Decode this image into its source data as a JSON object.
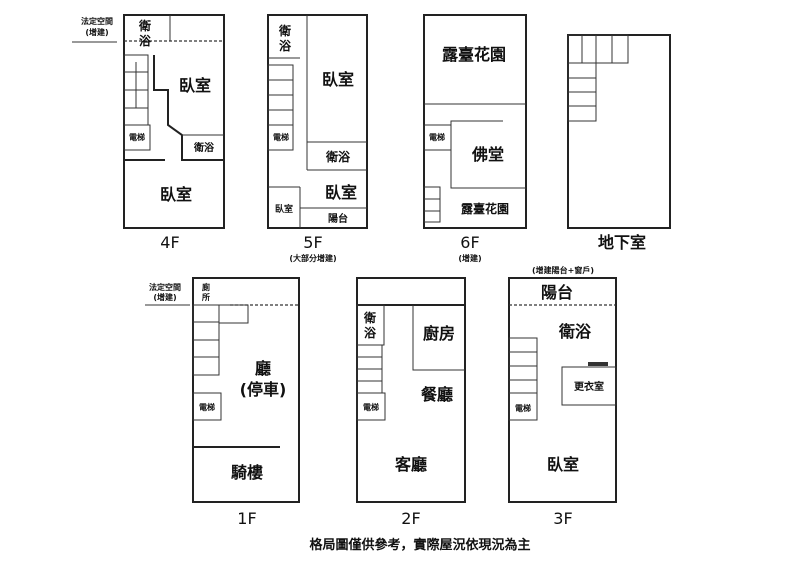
{
  "floors": {
    "f4": {
      "label": "4F",
      "rooms": [
        "衛",
        "浴",
        "臥室",
        "衛浴",
        "臥室",
        "電梯"
      ],
      "annot": [
        "法定空間",
        "(增建)"
      ]
    },
    "f5": {
      "label": "5F",
      "sub": "(大部分增建)",
      "rooms": [
        "衛",
        "浴",
        "臥室",
        "衛浴",
        "臥室",
        "臥室",
        "陽台",
        "電梯"
      ]
    },
    "f6": {
      "label": "6F",
      "sub": "(增建)",
      "rooms": [
        "露臺花園",
        "電梯",
        "佛堂",
        "露臺花園"
      ]
    },
    "b1": {
      "label": "地下室"
    },
    "f1": {
      "label": "1F",
      "rooms": [
        "廁",
        "所",
        "廳",
        "(停車)",
        "電梯",
        "騎樓"
      ],
      "annot": [
        "法定空間",
        "(增建)"
      ]
    },
    "f2": {
      "label": "2F",
      "rooms": [
        "衛",
        "浴",
        "廚房",
        "餐廳",
        "電梯",
        "客廳"
      ]
    },
    "f3": {
      "label": "3F",
      "top": "(增建陽台+窗戶)",
      "rooms": [
        "陽台",
        "衛浴",
        "電梯",
        "更衣室",
        "臥室"
      ]
    }
  },
  "footer": "格局圖僅供參考，實際屋況依現況為主"
}
